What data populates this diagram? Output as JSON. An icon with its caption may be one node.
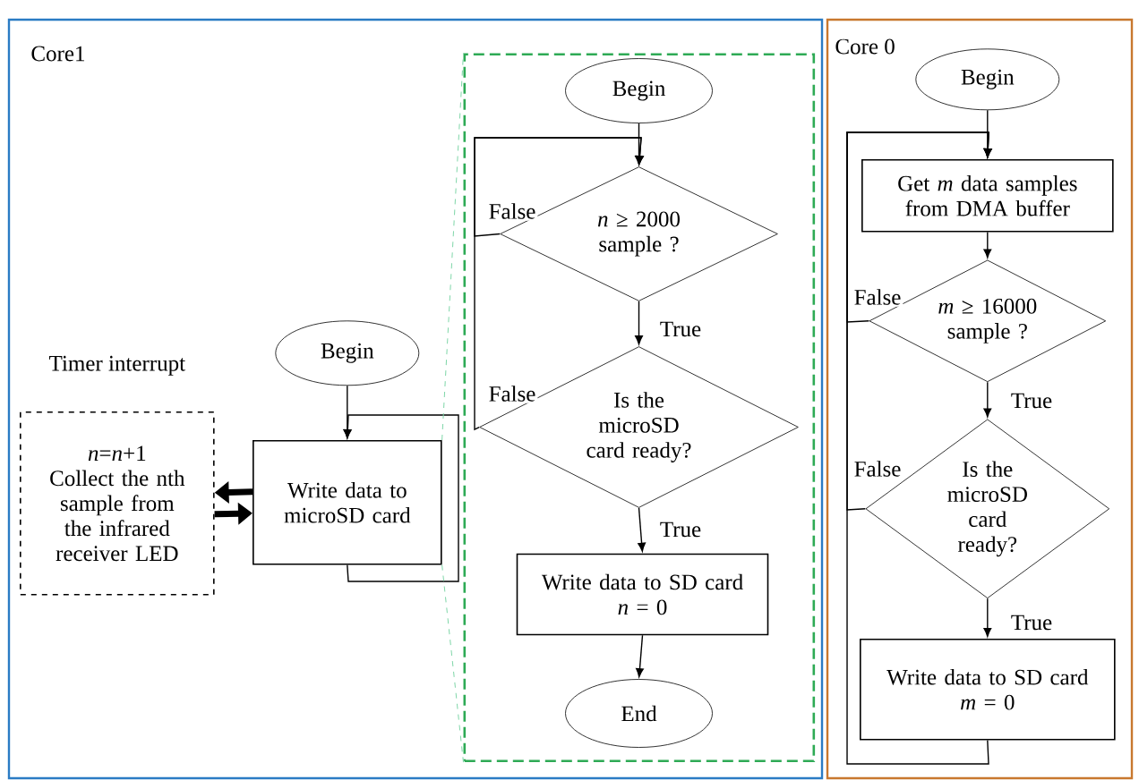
{
  "diagram": {
    "nodes": [
      {
        "text": [
          "Core1"
        ]
      },
      {
        "text": [
          "Core 0"
        ]
      },
      {
        "text": [
          "Timer interrupt",
          "*n*=*n*+1",
          "Collect the nth sample from the infrared receiver LED"
        ],
        "in": 0
      },
      {
        "text": [
          "Begin"
        ],
        "in": 0
      },
      {
        "text": [
          "Write data to microSD card"
        ],
        "in": 0
      },
      {
        "text": [],
        "shape": "box",
        "in": 0
      },
      {
        "text": [
          "Begin"
        ],
        "in": 5
      },
      {
        "text": [
          "*n* ≥ 2000 sample ?"
        ],
        "in": 5
      },
      {
        "text": [
          "Is the microSD card ready?"
        ],
        "in": 5
      },
      {
        "text": [
          "Write data to SD card",
          "*n* = 0"
        ],
        "in": 5
      },
      {
        "text": [
          "End"
        ],
        "in": 5
      },
      {
        "text": [
          "Begin"
        ],
        "in": 1
      },
      {
        "text": [
          "Get *m* data samples from DMA buffer"
        ],
        "in": 1
      },
      {
        "text": [
          "*m* ≥ 16000 sample ?"
        ],
        "in": 1
      },
      {
        "text": [
          "Is the microSD card ready?"
        ],
        "in": 1
      },
      {
        "text": [
          "Write data to SD card",
          "*m* = 0"
        ],
        "in": 1
      }
    ],
    "edges": [
      {
        "from": 3,
        "to": 4,
        "arrow": "to"
      },
      {
        "from": 4,
        "to": 4,
        "arrow": "to"
      },
      {
        "from": 4,
        "to": 2,
        "arrow": "to",
        "style": "thick"
      },
      {
        "from": 2,
        "to": 4,
        "arrow": "to",
        "style": "thick"
      },
      {
        "from": 6,
        "to": 7,
        "arrow": "to"
      },
      {
        "from": 7,
        "to": 7,
        "arrow": "to",
        "label": "False"
      },
      {
        "from": 7,
        "to": 8,
        "arrow": "to",
        "label": "True"
      },
      {
        "from": 8,
        "to": 7,
        "arrow": "to",
        "label": "False"
      },
      {
        "from": 8,
        "to": 9,
        "arrow": "to",
        "label": "True"
      },
      {
        "from": 9,
        "to": 10,
        "arrow": "to"
      },
      {
        "from": 11,
        "to": 12,
        "arrow": "to"
      },
      {
        "from": 12,
        "to": 13,
        "arrow": "to"
      },
      {
        "from": 13,
        "to": 12,
        "arrow": "to",
        "label": "False"
      },
      {
        "from": 13,
        "to": 14,
        "arrow": "to",
        "label": "True"
      },
      {
        "from": 14,
        "to": 12,
        "arrow": "to",
        "label": "False"
      },
      {
        "from": 14,
        "to": 15,
        "arrow": "to",
        "label": "True"
      },
      {
        "from": 15,
        "to": 12,
        "arrow": "to"
      },
      {
        "from": 4,
        "to": 5,
        "arrow": "none",
        "style": "dashed",
        "color": "#7fd6a8"
      },
      {
        "from": 4,
        "to": 5,
        "arrow": "none",
        "style": "dashed",
        "color": "#7fd6a8"
      }
    ]
  }
}
